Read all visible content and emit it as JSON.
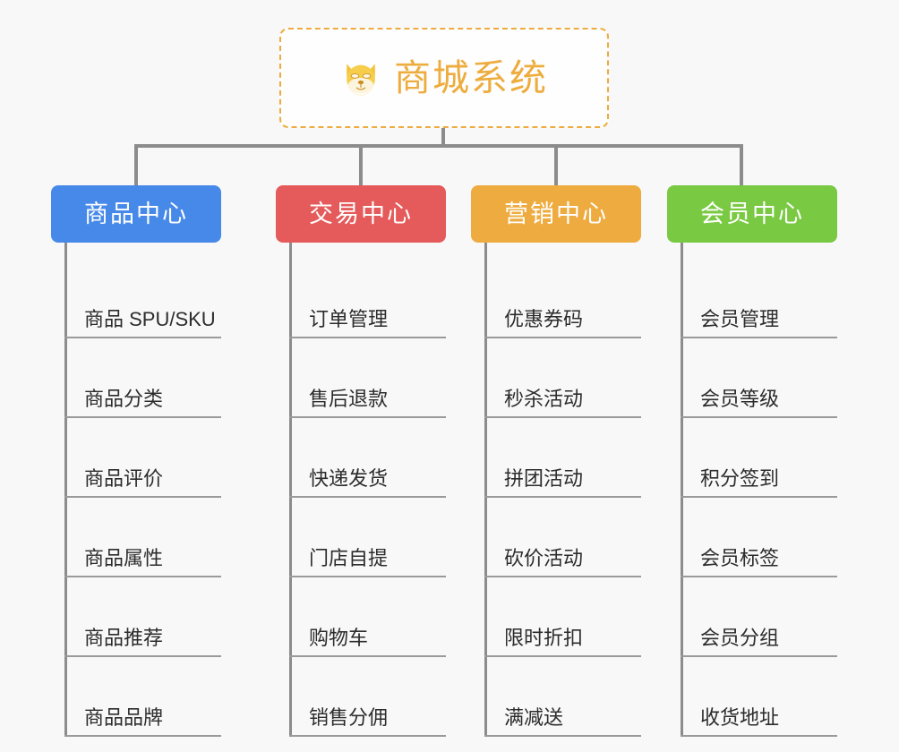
{
  "diagram": {
    "type": "mind-map",
    "background_color": "#f8f8f8",
    "root": {
      "title": "商城系统",
      "emoji_name": "dog-face-icon",
      "text_color": "#edac3e",
      "border_color": "#eeab3f",
      "border_style": "dashed",
      "fill_color": "#fefefe"
    },
    "connector_color": "#8c8c8c",
    "branches": [
      {
        "label": "商品中心",
        "color": "#4789e8",
        "leaves": [
          "商品 SPU/SKU",
          "商品分类",
          "商品评价",
          "商品属性",
          "商品推荐",
          "商品品牌"
        ]
      },
      {
        "label": "交易中心",
        "color": "#e55a5a",
        "leaves": [
          "订单管理",
          "售后退款",
          "快递发货",
          "门店自提",
          "购物车",
          "销售分佣"
        ]
      },
      {
        "label": "营销中心",
        "color": "#eeab3f",
        "leaves": [
          "优惠券码",
          "秒杀活动",
          "拼团活动",
          "砍价活动",
          "限时折扣",
          "满减送"
        ]
      },
      {
        "label": "会员中心",
        "color": "#7ac943",
        "leaves": [
          "会员管理",
          "会员等级",
          "积分签到",
          "会员标签",
          "会员分组",
          "收货地址"
        ]
      }
    ]
  }
}
